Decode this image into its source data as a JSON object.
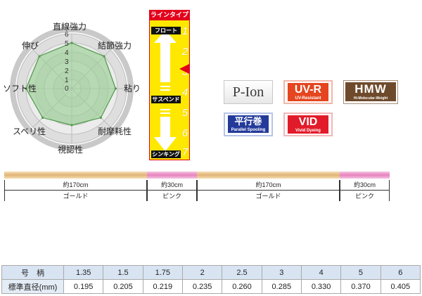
{
  "radar": {
    "axes": [
      "直線強力",
      "結節強力",
      "粘り",
      "耐摩耗性",
      "視認性",
      "スベリ性",
      "ソフト性",
      "伸び"
    ],
    "ticks": [
      "6",
      "5",
      "4",
      "3",
      "2",
      "1",
      "0"
    ],
    "values": [
      5,
      5,
      4.8,
      4.5,
      4,
      4.5,
      5,
      5
    ]
  },
  "line_type": {
    "title": "ラインタイプ",
    "float_label": "フロート",
    "suspend_label": "サスペンド",
    "sinking_label": "シンキング",
    "numbers": [
      "1",
      "2",
      "3",
      "4",
      "5",
      "6",
      "7"
    ],
    "level": 3
  },
  "badges": {
    "pion": "P-Ion",
    "uvr_main": "UV-R",
    "uvr_sub": "UV-Resistant",
    "hmw_main": "HMW",
    "hmw_sub": "Hi-Molecular-Weight",
    "parallel_main": "平行巻",
    "parallel_sub": "Parallel Spooling",
    "vid_main": "VID",
    "vid_sub": "Vivid Dyeing"
  },
  "colors": {
    "gold": "#e8c48a",
    "pink": "#ec8fc4",
    "radar_fill": "#9bcf95",
    "radar_stroke": "#4f9a4a",
    "gauge_yellow": "#ffe800",
    "gauge_red": "#e3001b"
  },
  "line_segments": [
    {
      "length": "約170cm",
      "color": "ゴールド"
    },
    {
      "length": "約30cm",
      "color": "ピンク"
    },
    {
      "length": "約170cm",
      "color": "ゴールド"
    },
    {
      "length": "約30cm",
      "color": "ピンク"
    }
  ],
  "spec_table": {
    "size_header": "号　柄",
    "diameter_header": "標準直径(mm)",
    "sizes": [
      "1.35",
      "1.5",
      "1.75",
      "2",
      "2.5",
      "3",
      "4",
      "5",
      "6"
    ],
    "diameters": [
      "0.195",
      "0.205",
      "0.219",
      "0.235",
      "0.260",
      "0.285",
      "0.330",
      "0.370",
      "0.405"
    ]
  }
}
